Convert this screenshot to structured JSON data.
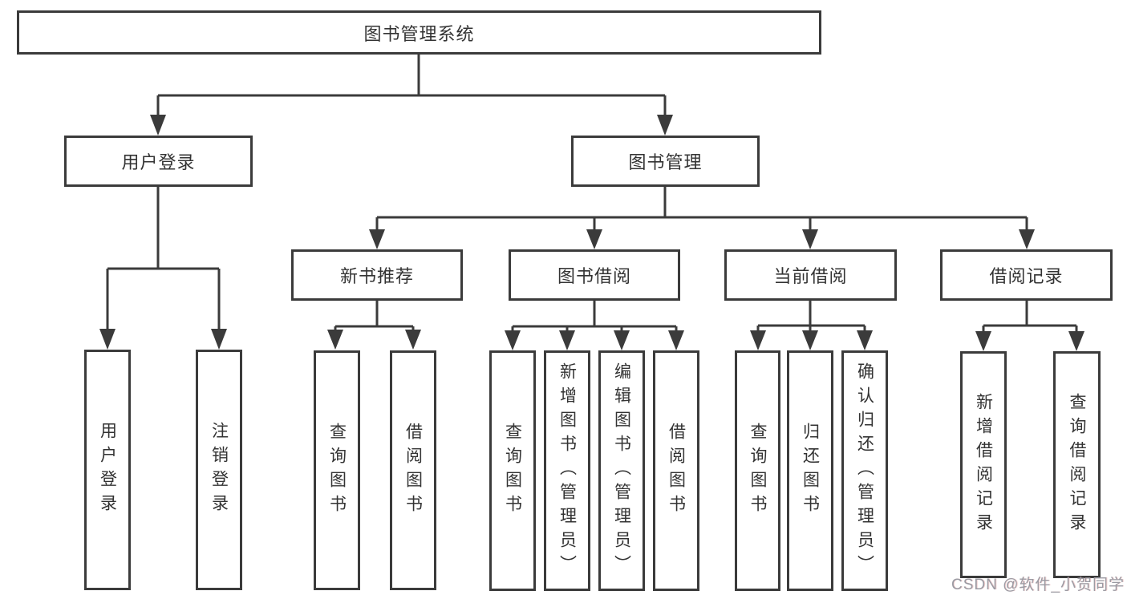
{
  "diagram": {
    "title": "图书管理系统",
    "type": "hierarchy-tree",
    "colors": {
      "line": "#3b3b3b",
      "text": "#333333",
      "background": "#ffffff",
      "watermark": "#9b9ba3"
    },
    "tree": {
      "root": {
        "label": "图书管理系统"
      },
      "branches": [
        {
          "label": "用户登录",
          "children": [
            {
              "label": "用户登录"
            },
            {
              "label": "注销登录"
            }
          ]
        },
        {
          "label": "图书管理",
          "children": [
            {
              "label": "新书推荐",
              "children": [
                {
                  "label": "查询图书"
                },
                {
                  "label": "借阅图书"
                }
              ]
            },
            {
              "label": "图书借阅",
              "children": [
                {
                  "label": "查询图书"
                },
                {
                  "label": "新增图书（管理员）"
                },
                {
                  "label": "编辑图书（管理员）"
                },
                {
                  "label": "借阅图书"
                }
              ]
            },
            {
              "label": "当前借阅",
              "children": [
                {
                  "label": "查询图书"
                },
                {
                  "label": "归还图书"
                },
                {
                  "label": "确认归还（管理员）"
                }
              ]
            },
            {
              "label": "借阅记录",
              "children": [
                {
                  "label": "新增借阅记录"
                },
                {
                  "label": "查询借阅记录"
                }
              ]
            }
          ]
        }
      ]
    },
    "watermark": "CSDN @软件_小贺同学"
  }
}
